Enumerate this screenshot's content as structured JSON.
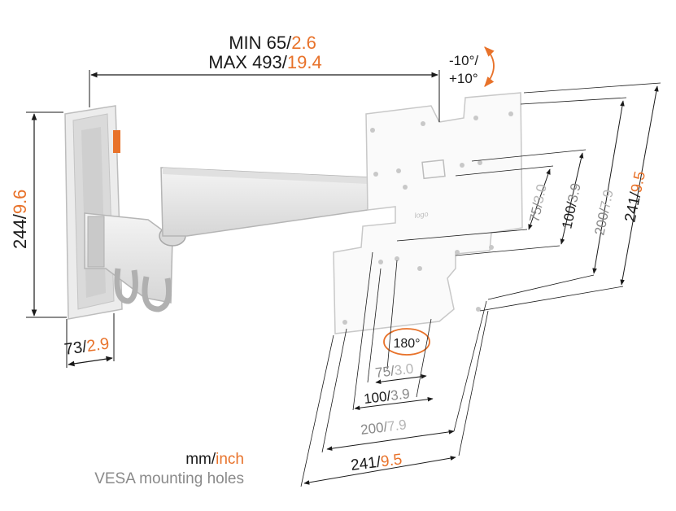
{
  "colors": {
    "accent": "#E8722A",
    "dark": "#1a1a1a",
    "grey": "#8a8a8a",
    "light_grey": "#b5b5b5"
  },
  "extension": {
    "min_mm": "MIN 65/",
    "min_inch": "2.6",
    "max_mm": "MAX 493/",
    "max_inch": "19.4"
  },
  "tilt": {
    "minus": "-10°/",
    "plus": "+10°"
  },
  "rotation": {
    "label": "180°"
  },
  "wall_plate": {
    "height_mm": "244/",
    "height_inch": "9.6",
    "width_mm": "73/",
    "width_inch": "2.9"
  },
  "vesa_vertical": [
    {
      "mm": "75/",
      "inch": "3.0"
    },
    {
      "mm": "100/",
      "inch": "3.9"
    },
    {
      "mm": "200/",
      "inch": "7.9"
    },
    {
      "mm": "241/",
      "inch": "9.5"
    }
  ],
  "vesa_horizontal": [
    {
      "mm": "75/",
      "inch": "3.0"
    },
    {
      "mm": "100/",
      "inch": "3.9"
    },
    {
      "mm": "200/",
      "inch": "7.9"
    },
    {
      "mm": "241/",
      "inch": "9.5"
    }
  ],
  "legend": {
    "mm": "mm/",
    "inch": "inch",
    "caption": "VESA mounting holes"
  }
}
